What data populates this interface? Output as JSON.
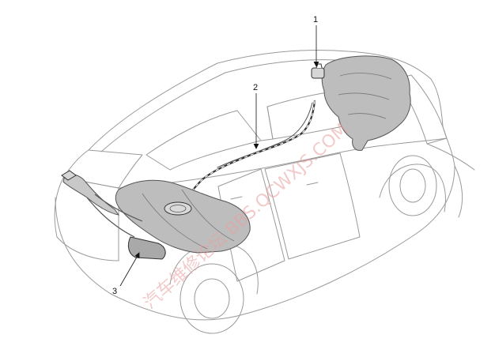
{
  "callouts": [
    {
      "label": "1"
    },
    {
      "label": "2"
    },
    {
      "label": "3"
    }
  ],
  "watermark": {
    "text": "汽车维修论坛 BBS.QCWXJS.COM",
    "color": "#e8a0a0"
  },
  "colors": {
    "line": "#9a9a9a",
    "part_fill": "#bdbdbd",
    "part_stroke": "#555555"
  }
}
